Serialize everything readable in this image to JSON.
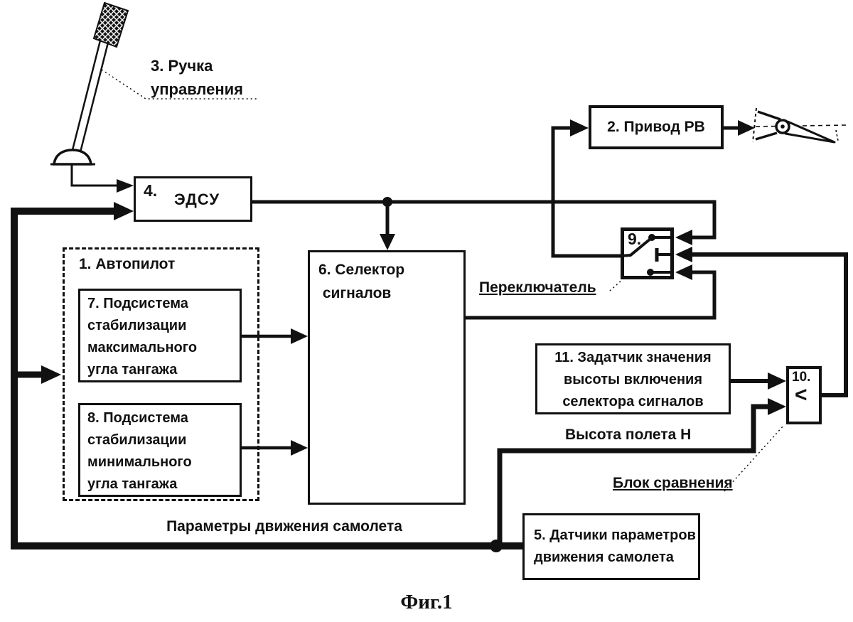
{
  "figure_caption": "Фиг.1",
  "colors": {
    "ink": "#111111",
    "paper": "#ffffff"
  },
  "blocks": {
    "autopilot": {
      "label": "1. Автопилот"
    },
    "actuator": {
      "label": "2. Привод РВ"
    },
    "stick": {
      "label": "3. Ручка\nуправления"
    },
    "edsu": {
      "number": "4.",
      "title": "ЭДСУ"
    },
    "sensors": {
      "label": "5. Датчики параметров\nдвижения самолета"
    },
    "selector": {
      "label": "6. Селектор\n сигналов"
    },
    "subsys_max": {
      "label": "7. Подсистема\nстабилизации\nмаксимального\nугла тангажа"
    },
    "subsys_min": {
      "label": "8. Подсистема\nстабилизации\nминимального\nугла тангажа"
    },
    "switch": {
      "label": "9."
    },
    "comparator": {
      "number": "10.",
      "symbol": "<"
    },
    "setter": {
      "label": "11. Задатчик значения\nвысоты включения\nселектора сигналов"
    }
  },
  "annotations": {
    "switch_label": "Переключатель",
    "comparator_label": "Блок сравнения",
    "altitude_label": "Высота полета Н",
    "params_label": "Параметры движения самолета"
  }
}
